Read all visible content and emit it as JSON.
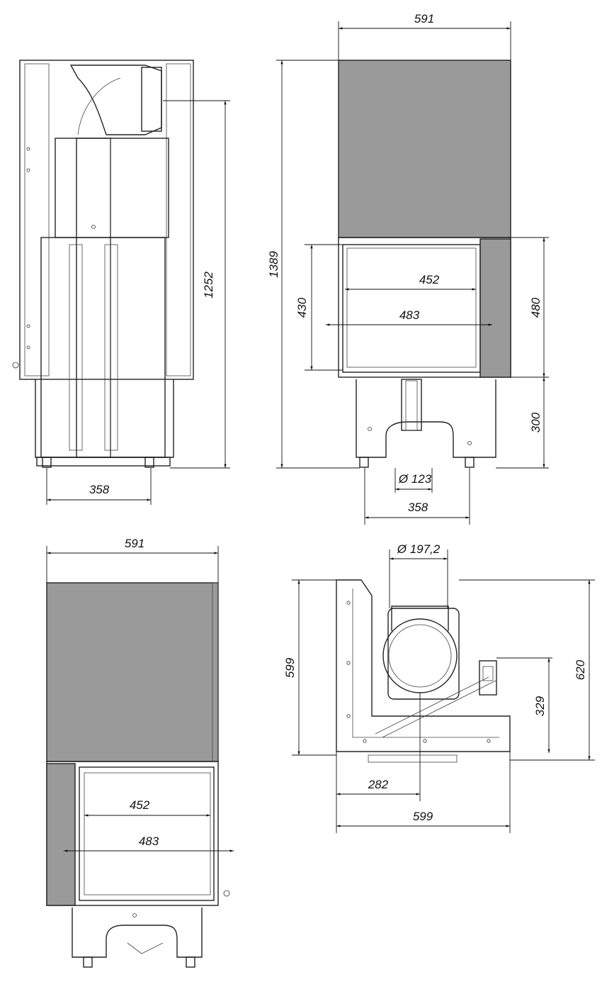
{
  "views": {
    "side": {
      "height_total": "1252",
      "feet_spacing": "358"
    },
    "front": {
      "width_top": "591",
      "height_total": "1389",
      "glass_height": "430",
      "door_height": "480",
      "base_height": "300",
      "inner_glass_width": "452",
      "outer_glass_width": "483",
      "air_inlet_diameter": "Ø 123",
      "feet_spacing": "358"
    },
    "corner_front": {
      "width_top": "591",
      "inner_glass_width": "452",
      "outer_glass_width": "483"
    },
    "top": {
      "flue_diameter": "Ø 197,2",
      "depth_left": "599",
      "depth_right": "620",
      "flue_offset_y": "329",
      "flue_offset_x": "282",
      "width_total": "599"
    }
  }
}
